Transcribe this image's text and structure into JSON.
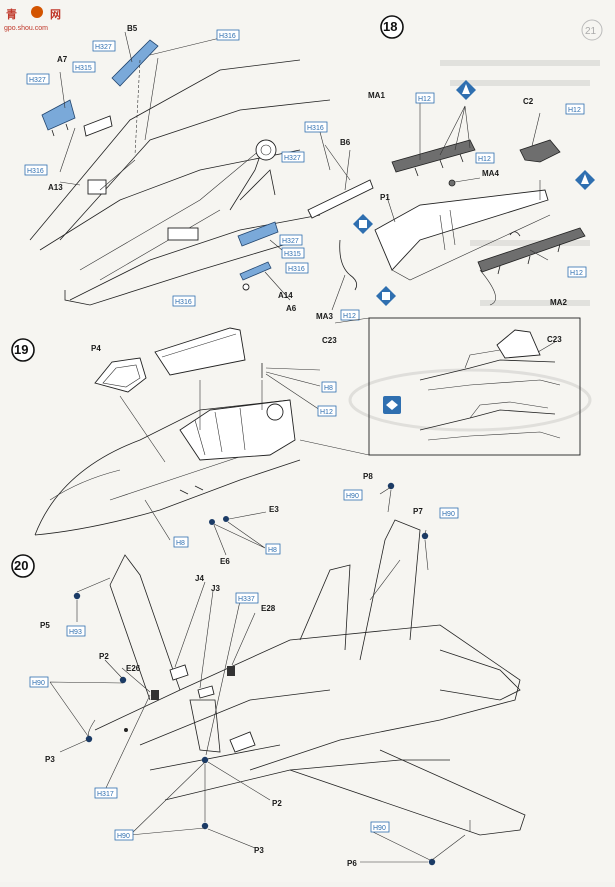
{
  "watermark": {
    "glyph": "青",
    "site_top": "网",
    "site": "gpo.shou.com"
  },
  "steps": [
    {
      "number": "18"
    },
    {
      "number": "19"
    },
    {
      "number": "20"
    }
  ],
  "corner_page": "21",
  "step18": {
    "parts": [
      "B5",
      "A7",
      "A13",
      "B6",
      "P1",
      "MA1",
      "C2",
      "MA4",
      "MA3",
      "A14",
      "A6",
      "MA2"
    ],
    "paints": [
      "H316",
      "H327",
      "H315",
      "H327",
      "H316",
      "H316",
      "H327",
      "H327",
      "H315",
      "H316",
      "H316",
      "H12",
      "H12",
      "H12",
      "H12",
      "H12"
    ]
  },
  "step19": {
    "parts": [
      "P4",
      "C23",
      "E3",
      "E6",
      "C23"
    ],
    "paints": [
      "H8",
      "H12",
      "H8",
      "H8"
    ]
  },
  "step20": {
    "parts": [
      "P8",
      "P7",
      "J4",
      "J3",
      "E28",
      "P5",
      "P2",
      "E26",
      "P3",
      "P2",
      "P3",
      "P6"
    ],
    "paints": [
      "H90",
      "H90",
      "H337",
      "H93",
      "H90",
      "H317",
      "H90",
      "H90"
    ]
  },
  "colors": {
    "paint_blue": "#2f6fb0",
    "part_blue": "#7aa9d9",
    "part_grey": "#6e6e6e",
    "paper": "#f6f5f1"
  },
  "icons": [
    "diamond-arrow-icon",
    "view-change-icon"
  ]
}
